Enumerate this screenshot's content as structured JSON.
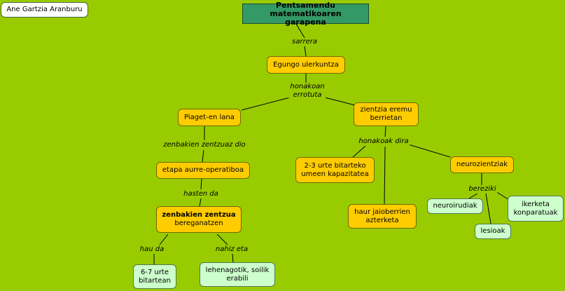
{
  "author": "Ane Gartzia Aranburu",
  "title": [
    "Pentsamendu matematikoaren",
    "garapena"
  ],
  "nodes": {
    "egungo": "Egungo ulerkuntza",
    "piaget": "Piaget-en lana",
    "zientzia": [
      "zientzia eremu",
      "berrietan"
    ],
    "etapa": "etapa aurre-operatiboa",
    "zenbakien": [
      "zenbakien zentzua",
      "bereganatzen"
    ],
    "urte23": [
      "2-3 urte bitarteko",
      "umeen kapazitatea"
    ],
    "neuro": "neurozientziak",
    "haur": [
      "haur jaioberrien",
      "azterketa"
    ],
    "neuroirudiak": "neuroirudiak",
    "ikerketa": [
      "ikerketa",
      "konparatuak"
    ],
    "lesioak": "lesioak",
    "urte67": [
      "6-7 urte",
      "bitartean"
    ],
    "lehenagotik": [
      "lehenagotik, soilik",
      "erabili"
    ]
  },
  "links": {
    "sarrera": "sarrera",
    "honakoan": [
      "honakoan",
      "errotuta"
    ],
    "zenbakien_zentzuaz": "zenbakien zentzuaz dio",
    "honakoak": "honakoak dira",
    "hasten": "hasten da",
    "bereziki": "bereziki",
    "hau_da": "hau da",
    "nahiz": "nahiz eta"
  }
}
